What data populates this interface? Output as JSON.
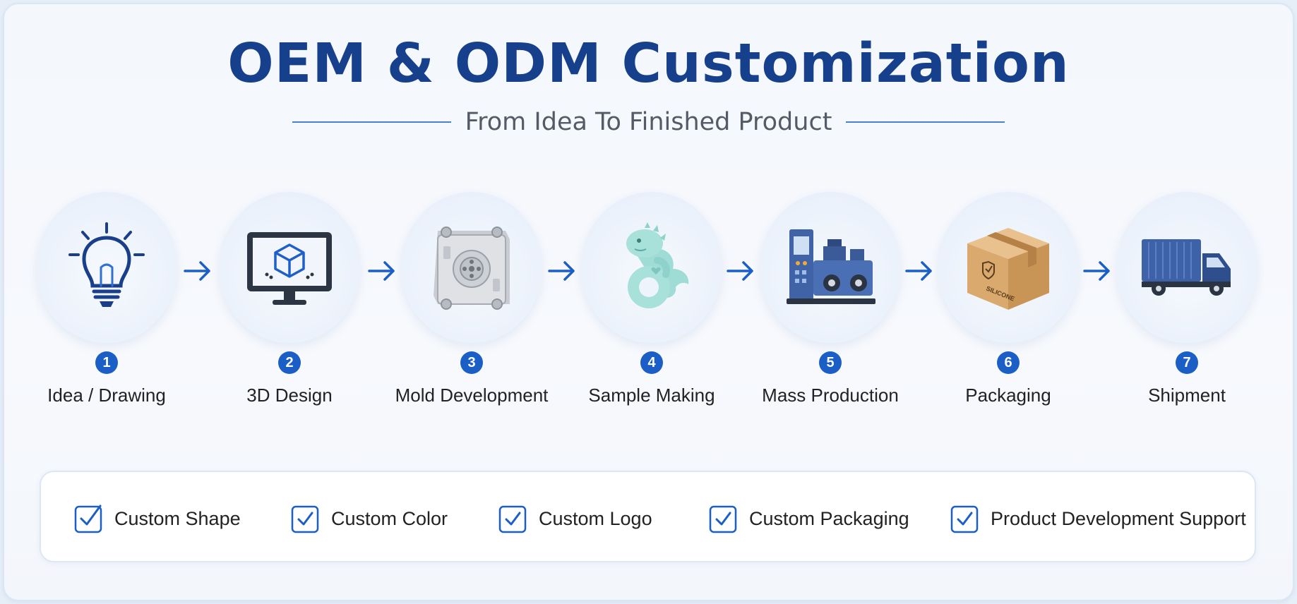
{
  "header": {
    "title": "OEM & ODM Customization",
    "subtitle": "From Idea To Finished Product"
  },
  "steps": [
    {
      "number": "1",
      "label": "Idea / Drawing",
      "icon": "lightbulb-icon"
    },
    {
      "number": "2",
      "label": "3D Design",
      "icon": "monitor-cube-icon"
    },
    {
      "number": "3",
      "label": "Mold Development",
      "icon": "mold-icon"
    },
    {
      "number": "4",
      "label": "Sample Making",
      "icon": "dinosaur-teether-icon"
    },
    {
      "number": "5",
      "label": "Mass Production",
      "icon": "machine-icon"
    },
    {
      "number": "6",
      "label": "Packaging",
      "icon": "box-icon"
    },
    {
      "number": "7",
      "label": "Shipment",
      "icon": "truck-icon"
    }
  ],
  "box_label": "SILICONE",
  "features": [
    "Custom Shape",
    "Custom Color",
    "Custom Logo",
    "Custom Packaging",
    "Product Development Support"
  ],
  "colors": {
    "title": "#163f8c",
    "accent": "#1b5fc6",
    "background": "#f4f7fc"
  }
}
